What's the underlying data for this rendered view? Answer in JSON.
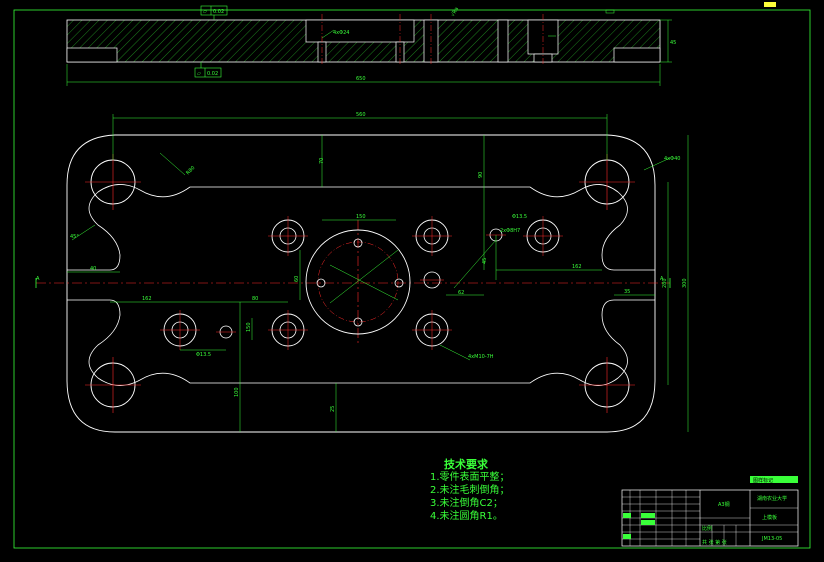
{
  "colors": {
    "background": "#000000",
    "outline": "#ffffff",
    "dimension": "#39ff39",
    "centerline": "#ff2a2a",
    "hidden": "#ffff3a",
    "accent": "#ffff3a"
  },
  "top_view": {
    "flatness_symbol_top": "⏥",
    "flatness_value_top": "0.02",
    "flatness_symbol_bottom": "⏥",
    "flatness_value_bottom": "0.02",
    "overall_length": "650",
    "thickness": "45",
    "slot_label": "4xΦ24",
    "roughness": "√Ra"
  },
  "plan_view": {
    "width_dim": "560",
    "height_dim_left": "200",
    "height_dim_right": "280",
    "height_dim_right2": "300",
    "bolt_center_dim": "150",
    "offset_right": "60",
    "corner_hole_label": "4xΦ40",
    "radius_label": "R80",
    "angle_label": "45°",
    "small_hole_label_right": "Φ13.5",
    "small_hole_label_left": "Φ13.5",
    "pin_label": "2xΦ8H7",
    "dim_70": "70",
    "dim_90": "90",
    "dim_162": "162",
    "dim_80": "80",
    "dim_35": "35",
    "dim_40": "40",
    "dim_45": "45",
    "dim_62": "62",
    "dim_100": "100",
    "dim_150b": "150",
    "dim_25": "25",
    "pin_spec": "4xM10-7H"
  },
  "notes": {
    "title": "技术要求",
    "items": [
      "1.零件表面平整；",
      "2.未注毛刺倒角；",
      "3.未注倒角C2；",
      "4.未注圆角R1。"
    ]
  },
  "title_block": {
    "tag": "图样标记",
    "material": "A3钢",
    "school": "湖南农业大学",
    "part_name": "上模板",
    "drawing_no": "JM13-05",
    "scale_label": "比例",
    "sheet_label": "共 张 第 张"
  }
}
